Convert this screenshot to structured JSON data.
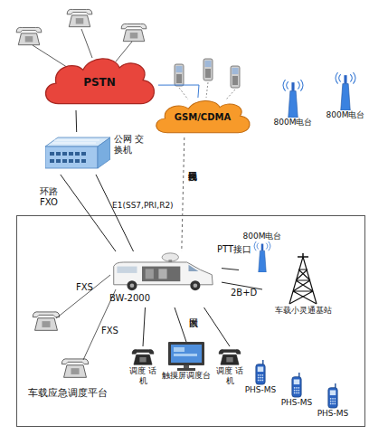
{
  "diagram": {
    "nodes": [
      {
        "text": [
          "PSTN"
        ]
      },
      {
        "text": [
          "GSM/CDMA"
        ]
      },
      {
        "text": [
          "公网 交换机"
        ]
      },
      {
        "text": [
          "800M电台"
        ]
      },
      {
        "text": [
          "800M电台"
        ]
      },
      {
        "text": [
          "车载应急调度平台"
        ]
      },
      {
        "text": [
          "800M电台"
        ],
        "in": 5
      },
      {
        "text": [
          "BW-2000"
        ],
        "in": 5
      },
      {
        "text": [
          "车载小灵通基站"
        ],
        "in": 5
      },
      {
        "text": [
          "调度 话机"
        ],
        "in": 5
      },
      {
        "text": [
          "触摸屏调度台"
        ],
        "in": 5
      },
      {
        "text": [
          "调度 话机"
        ],
        "in": 5
      },
      {
        "text": [
          "PHS-MS"
        ],
        "in": 5
      },
      {
        "text": [
          "PHS-MS"
        ],
        "in": 5
      },
      {
        "text": [
          "PHS-MS"
        ],
        "in": 5
      }
    ],
    "edges": [
      {
        "from": 0,
        "to": 2,
        "arrow": "none"
      },
      {
        "from": 0,
        "to": 1,
        "arrow": "none"
      },
      {
        "from": 2,
        "to": 7,
        "label": "环路 FXO",
        "arrow": "none"
      },
      {
        "from": 2,
        "to": 7,
        "label": "E1(SS7,PRI,R2)",
        "arrow": "none"
      },
      {
        "from": 1,
        "to": 7,
        "label": "公网无线接口",
        "arrow": "none"
      },
      {
        "from": 7,
        "to": 6,
        "label": "PTT接口",
        "arrow": "none"
      },
      {
        "from": 7,
        "to": 8,
        "label": "2B+D",
        "arrow": "none"
      },
      {
        "from": 7,
        "to": 9,
        "arrow": "none"
      },
      {
        "from": 7,
        "to": 10,
        "label": "以太网",
        "arrow": "none"
      },
      {
        "from": 7,
        "to": 11,
        "arrow": "none"
      }
    ],
    "labels": [
      "FXS",
      "FXS"
    ]
  }
}
